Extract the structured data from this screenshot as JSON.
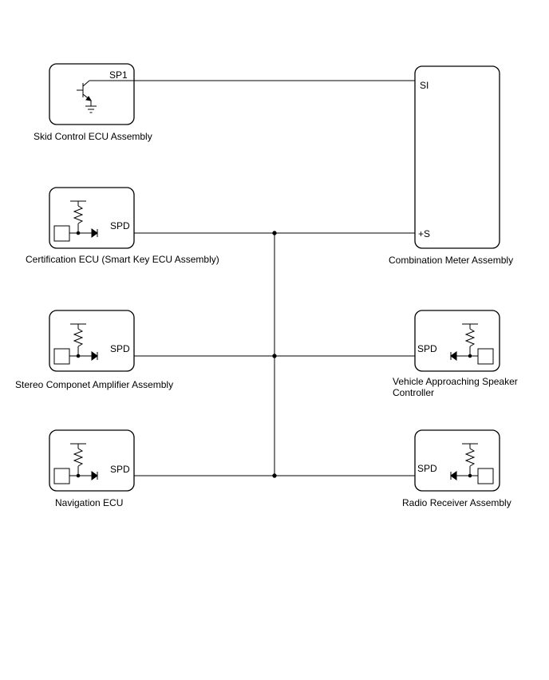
{
  "components": {
    "skid_control": {
      "label": "Skid Control ECU Assembly",
      "pin": "SP1"
    },
    "certification": {
      "label": "Certification ECU (Smart Key ECU Assembly)",
      "pin": "SPD"
    },
    "stereo": {
      "label": "Stereo Componet Amplifier Assembly",
      "pin": "SPD"
    },
    "navigation": {
      "label": "Navigation ECU",
      "pin": "SPD"
    },
    "combination_meter": {
      "label": "Combination Meter Assembly",
      "pin_si": "SI",
      "pin_s": "+S"
    },
    "vehicle_approaching": {
      "label_line1": "Vehicle Approaching Speaker",
      "label_line2": "Controller",
      "pin": "SPD"
    },
    "radio_receiver": {
      "label": "Radio Receiver Assembly",
      "pin": "SPD"
    }
  }
}
